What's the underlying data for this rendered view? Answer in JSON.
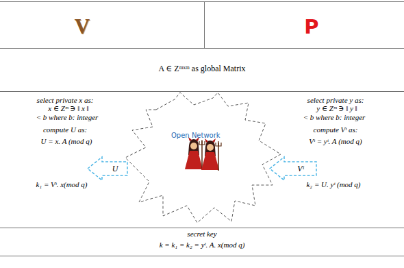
{
  "diagram": {
    "nodes": [
      {
        "text": [
          "V"
        ]
      },
      {
        "text": [
          "P"
        ]
      },
      {
        "text": [
          "Open Network"
        ]
      },
      {
        "text": [
          "U"
        ]
      },
      {
        "text": [
          "Vᵗ"
        ]
      }
    ],
    "labels": [
      "A ∈ Zᵐˣᵐ as global Matrix",
      "select private x as:",
      "x ∈ Zᵐ ∋ ‖ x ‖",
      "< b where b: integer",
      "compute U as:",
      "U = x. A (mod q)",
      "k₁ = Vᵗ. x(mod q)",
      "select private y as:",
      "y ∈ Zᵐ ∋ ‖ y ‖",
      "< b where b: integer",
      "compute Vᵗ as:",
      "Vᵗ = yᵗ. A (mod q)",
      "k₂ = U. yᵗ (mod q)",
      "secret key",
      "k = k₁ = k₂ = yᵗ. A. x(mod q)"
    ]
  }
}
